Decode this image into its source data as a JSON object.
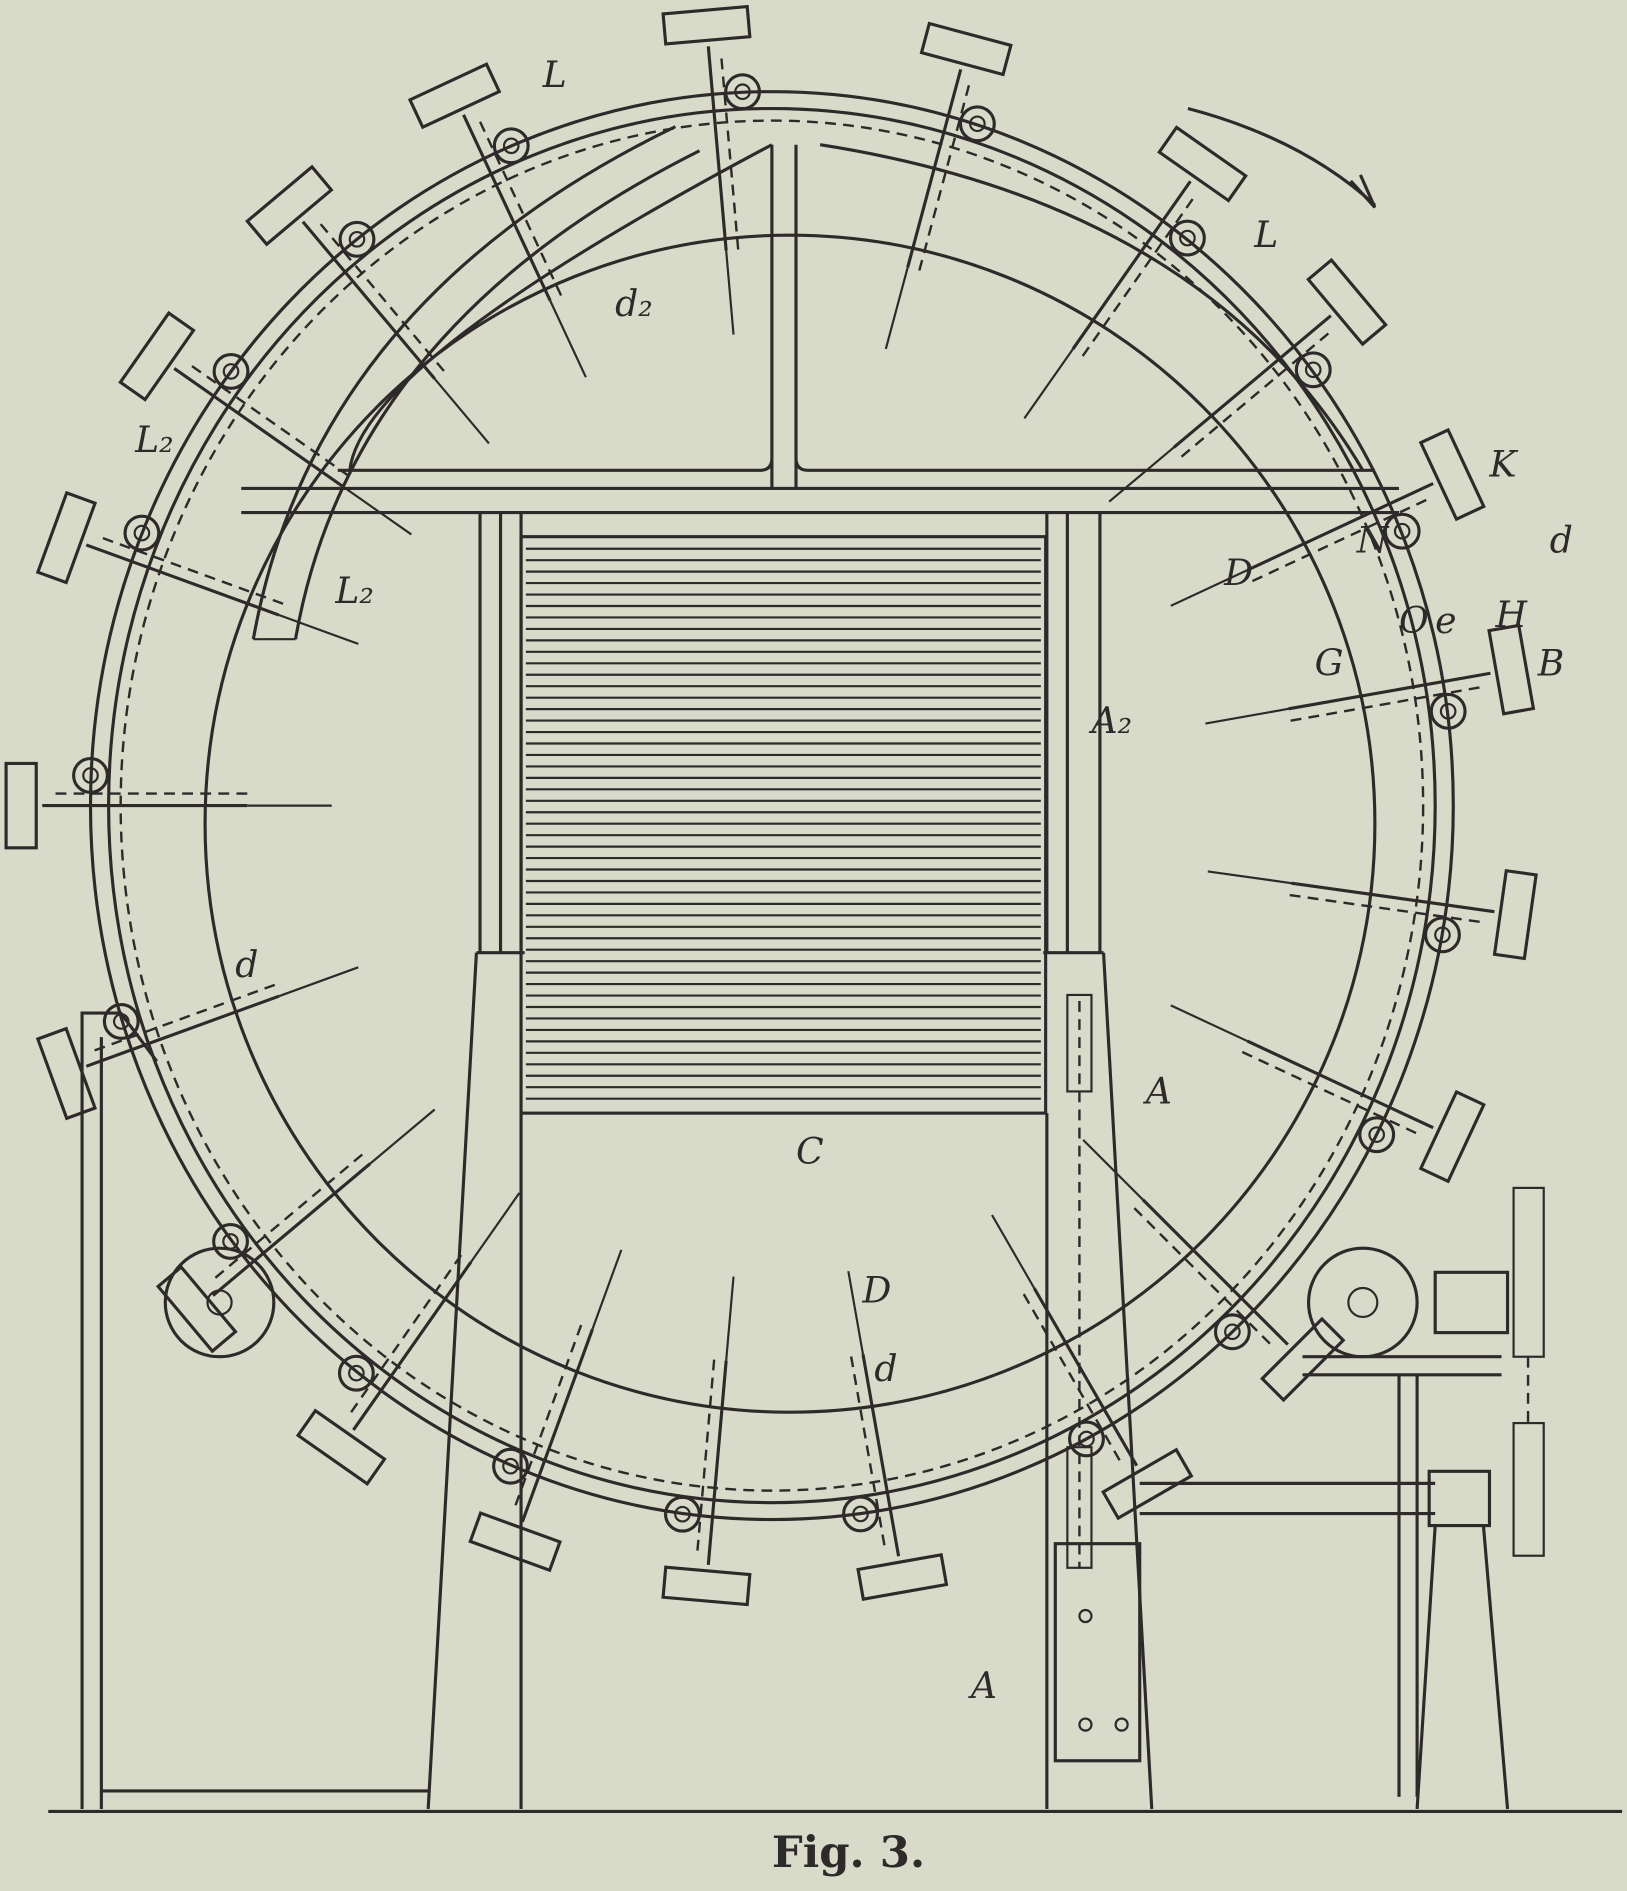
{
  "figure": {
    "caption": "Fig. 3.",
    "labels": {
      "L_top": "L",
      "L_right": "L",
      "L2_left_upper": "L₂",
      "L2_left_lower": "L₂",
      "d2": "d₂",
      "A2": "A₂",
      "A_chain": "A",
      "A_base": "A",
      "C": "C",
      "D_right": "D",
      "D_bottom": "D",
      "d_left": "d",
      "d_bottom": "d",
      "K": "K",
      "N": "N",
      "O": "O",
      "e": "e",
      "G": "G",
      "H": "H",
      "B": "B",
      "d_right": "d"
    }
  },
  "colors": {
    "ink": "#2e2a2a",
    "paper": "#d8dbca"
  }
}
